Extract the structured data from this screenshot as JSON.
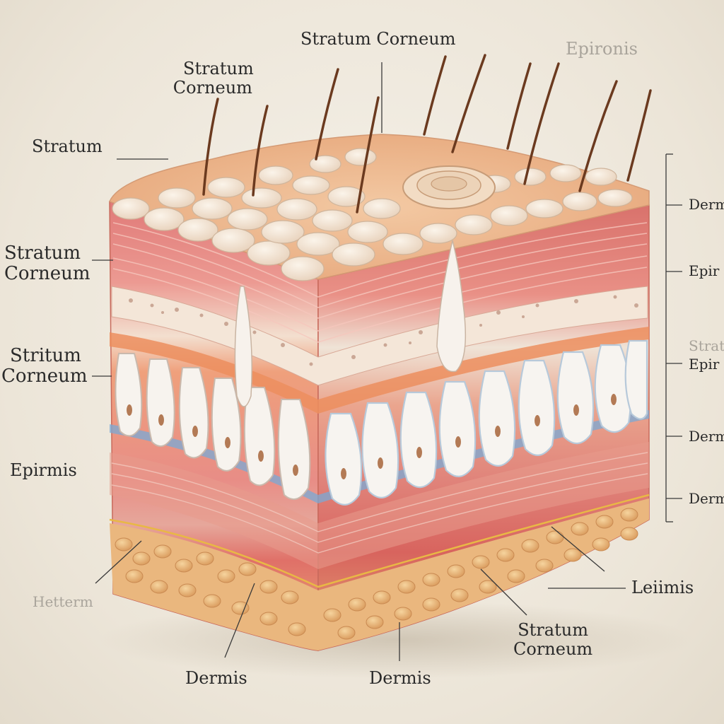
{
  "labels": {
    "top_center": "Stratum Corneum",
    "top_right_faint": "Epironis",
    "top_left_line1": "Stratum",
    "top_left_line2": "Corneum",
    "left_stratum": "Stratum",
    "left_mid_line1": "Stratum",
    "left_mid_line2": "Corneum",
    "left_lower_line1": "Stritum",
    "left_lower_line2": "Corneum",
    "left_epirmis": "Epirmis",
    "bottom_left_faint": "Hetterm",
    "bottom_dermis_left": "Dermis",
    "bottom_dermis_center": "Dermis",
    "bottom_right_line1": "Stratum",
    "bottom_right_line2": "Corneum",
    "right_leiimis": "Leiimis",
    "right_1": "Derm",
    "right_2": "Epir",
    "right_3_faint": "Strat",
    "right_3": "Epir",
    "right_4": "Derm",
    "right_5": "Derm"
  },
  "colors": {
    "background": "#efe9de",
    "stratum_corneum": "#f4ece0",
    "epidermis": "#e8857a",
    "dermal_papillae": "#f5f1ec",
    "blood_vessel": "#7aa9d6",
    "subcutaneous_fat": "#e9b27a",
    "hair": "#6b3a1f"
  }
}
